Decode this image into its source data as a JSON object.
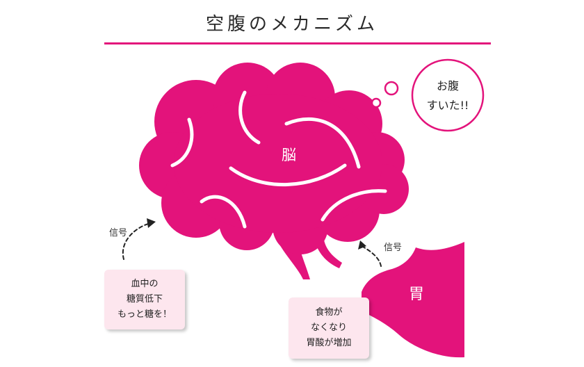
{
  "title": "空腹のメカニズム",
  "brain": {
    "label": "脳"
  },
  "stomach": {
    "label": "胃"
  },
  "thought_bubble": {
    "lines": [
      "お腹",
      "すいた!!"
    ]
  },
  "signals": {
    "left": "信号",
    "right": "信号"
  },
  "blood_box": {
    "lines": [
      "血中の",
      "糖質低下",
      "もっと糖を！"
    ]
  },
  "stomach_box": {
    "lines": [
      "食物が",
      "なくなり",
      "胃酸が増加"
    ]
  },
  "colors": {
    "accent": "#e3137b",
    "box_fill": "#fde6ee"
  }
}
